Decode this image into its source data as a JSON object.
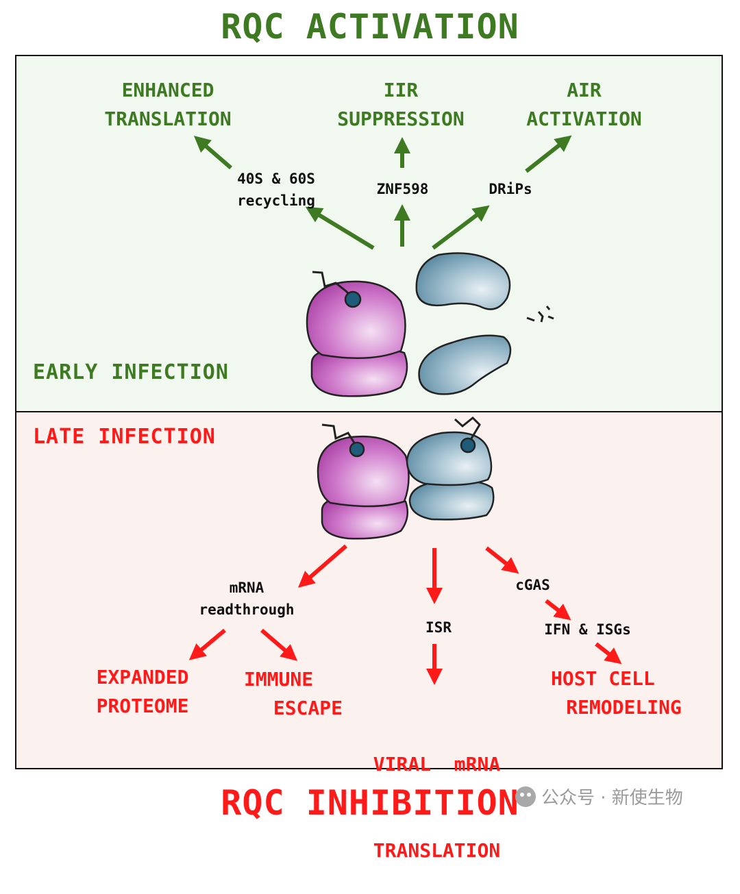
{
  "title_top": "RQC ACTIVATION",
  "title_bottom": "RQC INHIBITION",
  "early": {
    "stage_label": "EARLY INFECTION",
    "outcomes": [
      {
        "lines": [
          "ENHANCED",
          "TRANSLATION"
        ]
      },
      {
        "lines": [
          "IIR",
          "SUPPRESSION"
        ]
      },
      {
        "lines": [
          "AIR",
          "ACTIVATION"
        ]
      }
    ],
    "mediators": [
      {
        "lines": [
          "40S & 60S",
          "recycling"
        ]
      },
      {
        "lines": [
          "ZNF598"
        ]
      },
      {
        "lines": [
          "DRiPs"
        ]
      }
    ]
  },
  "late": {
    "stage_label": "LATE INFECTION",
    "mediators": {
      "readthrough": [
        "mRNA",
        "readthrough"
      ],
      "isr": "ISR",
      "cgas": "cGAS",
      "ifn": "IFN & ISGs"
    },
    "outcomes": [
      {
        "lines": [
          "EXPANDED",
          "PROTEOME"
        ]
      },
      {
        "lines": [
          "IMMUNE",
          "ESCAPE"
        ]
      },
      {
        "lines": [
          "VIRAL  mRNA",
          "TRANSLATION"
        ]
      },
      {
        "lines": [
          "HOST CELL",
          "REMODELING"
        ]
      }
    ]
  },
  "watermark": "公众号 · 新使生物",
  "colors": {
    "green": "#3d7a22",
    "red": "#ff1a1a",
    "early_bg": "#f1f8f0",
    "late_bg": "#fbf1ee",
    "magenta": "#b44ab0",
    "blue": "#5d8fa6"
  }
}
